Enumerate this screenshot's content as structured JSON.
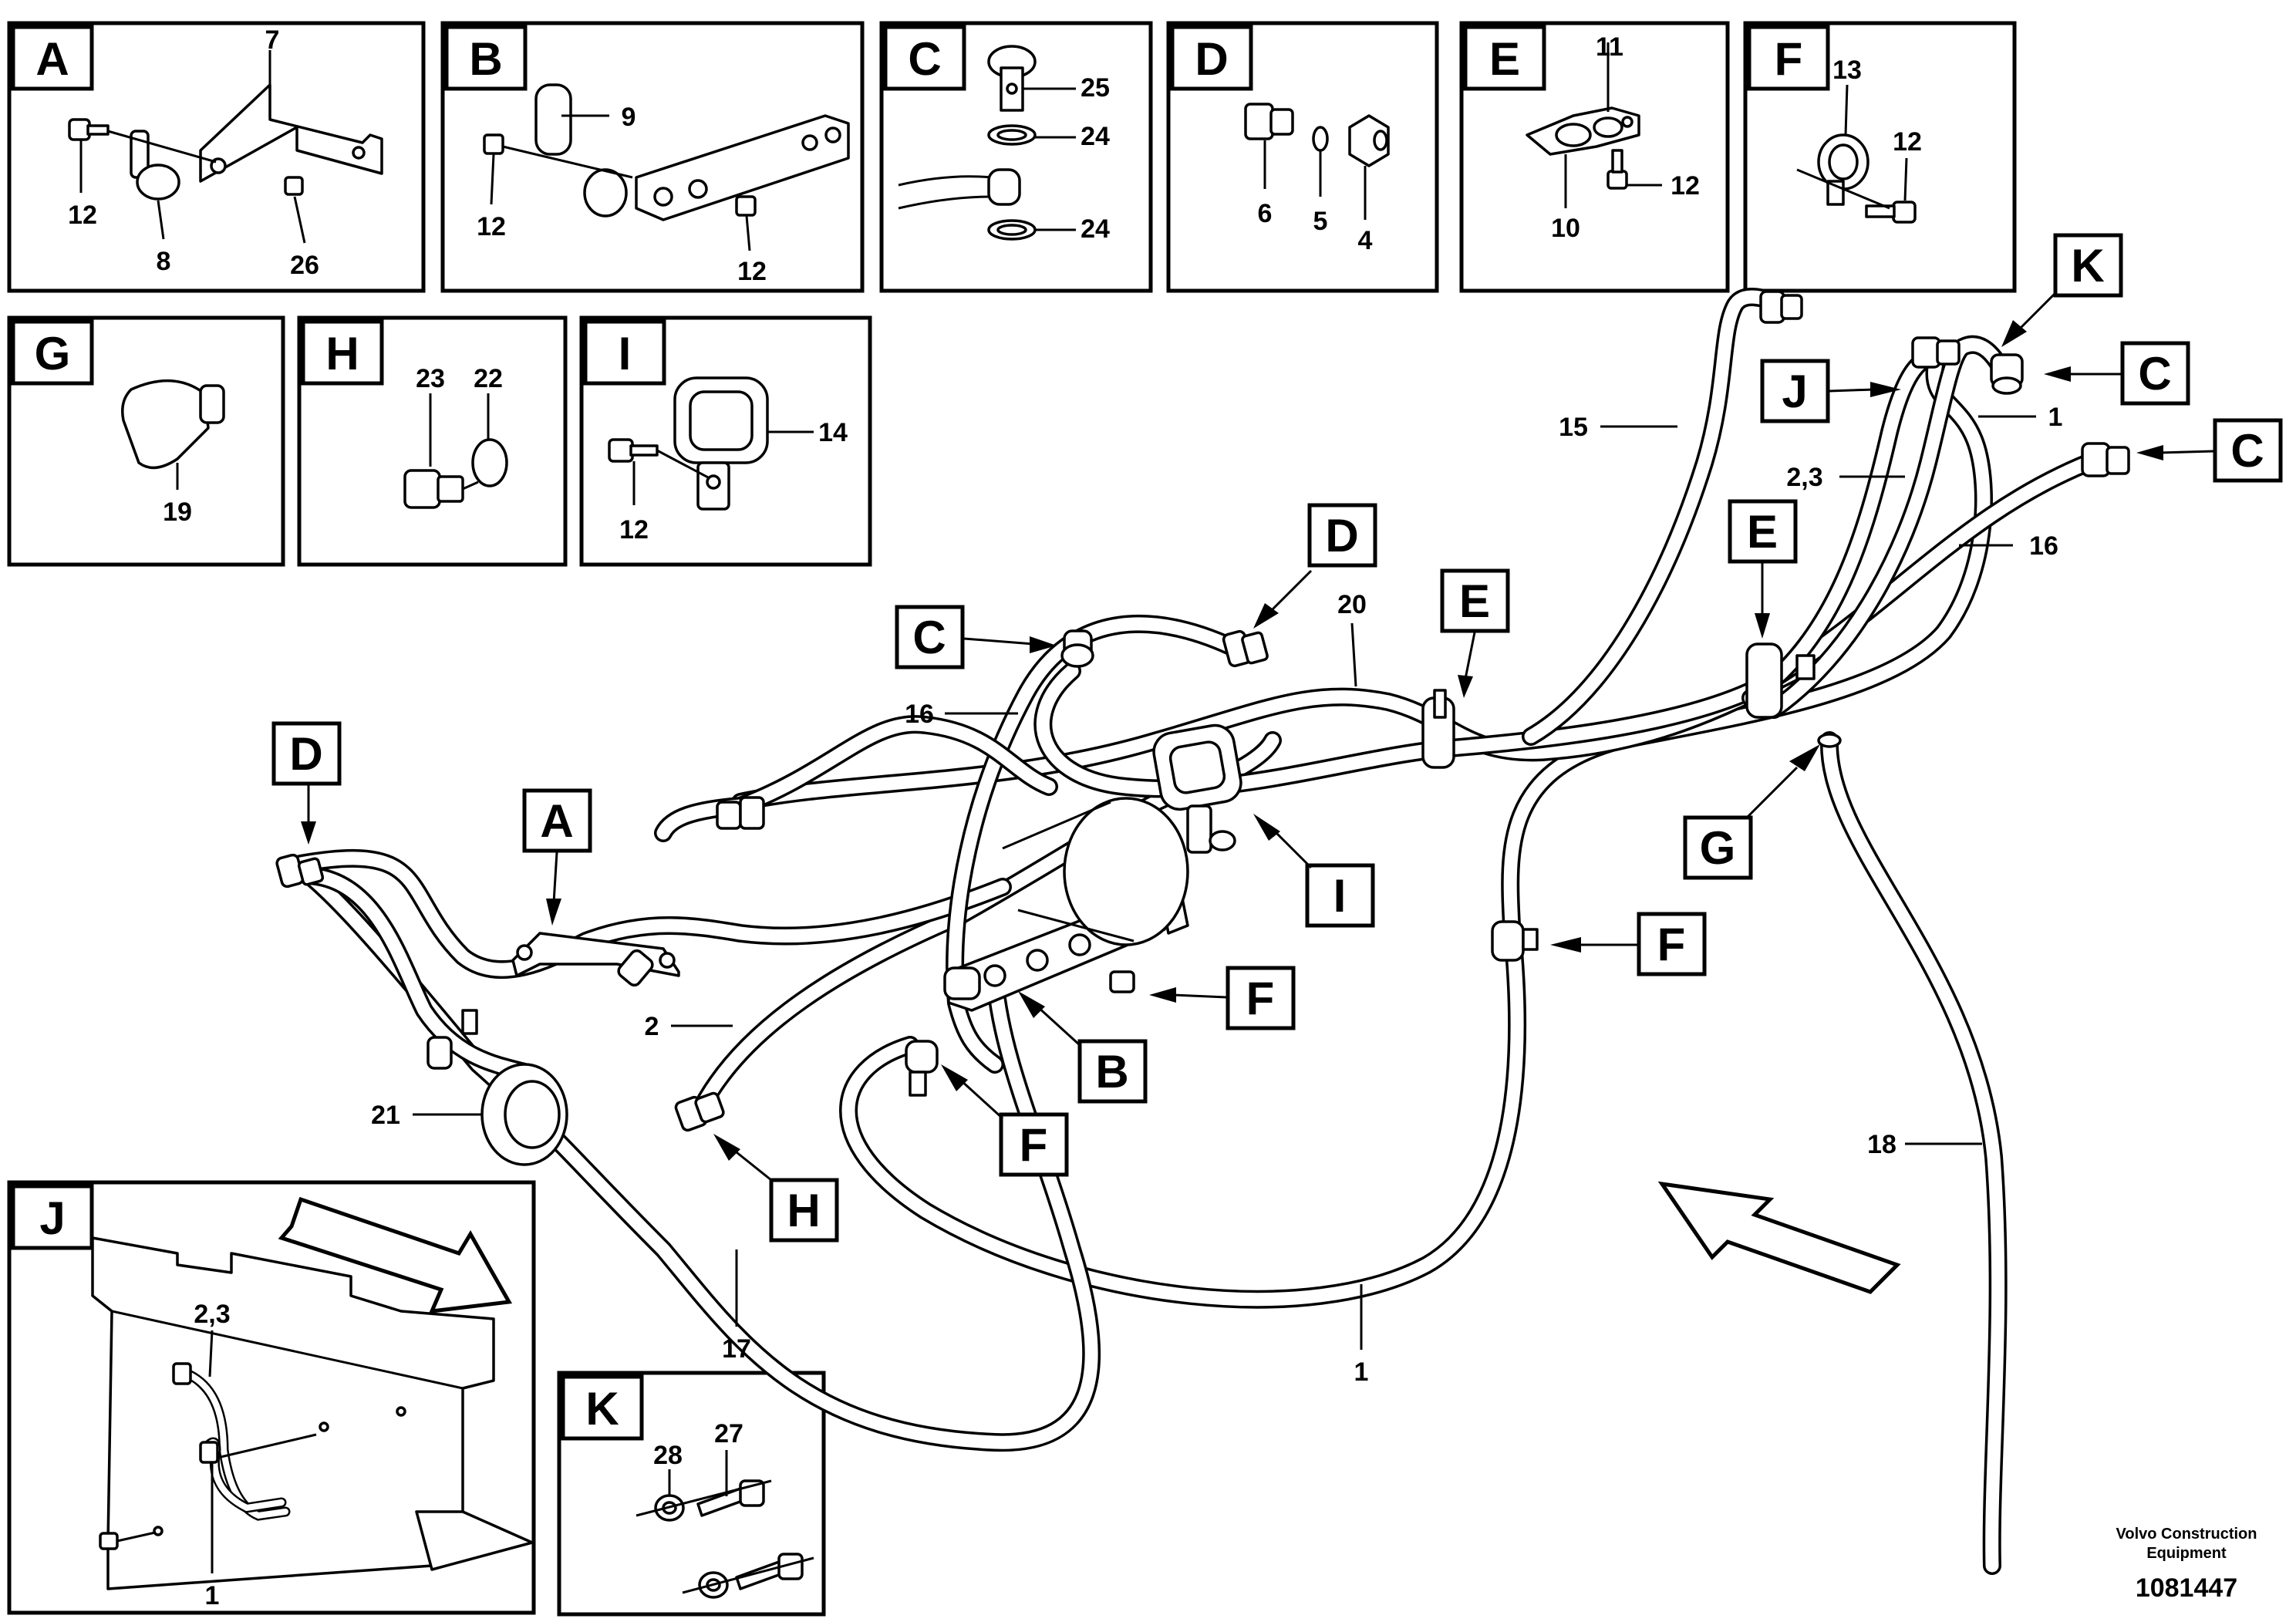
{
  "detail_panels": [
    {
      "letter": "A",
      "part_numbers": [
        "7",
        "12",
        "8",
        "26"
      ]
    },
    {
      "letter": "B",
      "part_numbers": [
        "9",
        "12",
        "12"
      ]
    },
    {
      "letter": "C",
      "part_numbers": [
        "25",
        "24",
        "24"
      ]
    },
    {
      "letter": "D",
      "part_numbers": [
        "6",
        "5",
        "4"
      ]
    },
    {
      "letter": "E",
      "part_numbers": [
        "11",
        "12",
        "10"
      ]
    },
    {
      "letter": "F",
      "part_numbers": [
        "13",
        "12"
      ]
    },
    {
      "letter": "G",
      "part_numbers": [
        "19"
      ]
    },
    {
      "letter": "H",
      "part_numbers": [
        "23",
        "22"
      ]
    },
    {
      "letter": "I",
      "part_numbers": [
        "14",
        "12"
      ]
    },
    {
      "letter": "J",
      "part_numbers": [
        "2,3",
        "1"
      ]
    },
    {
      "letter": "K",
      "part_numbers": [
        "28",
        "27"
      ]
    }
  ],
  "main_callouts": {
    "tags": [
      "D",
      "A",
      "C",
      "D",
      "I",
      "E",
      "E",
      "J",
      "K",
      "C",
      "C",
      "G",
      "F",
      "F",
      "B",
      "F",
      "H"
    ],
    "part_numbers": [
      "15",
      "1",
      "2,3",
      "16",
      "20",
      "16",
      "2",
      "21",
      "17",
      "1",
      "18"
    ]
  },
  "footer": {
    "brand_line1": "Volvo Construction",
    "brand_line2": "Equipment",
    "document_number": "1081447"
  }
}
